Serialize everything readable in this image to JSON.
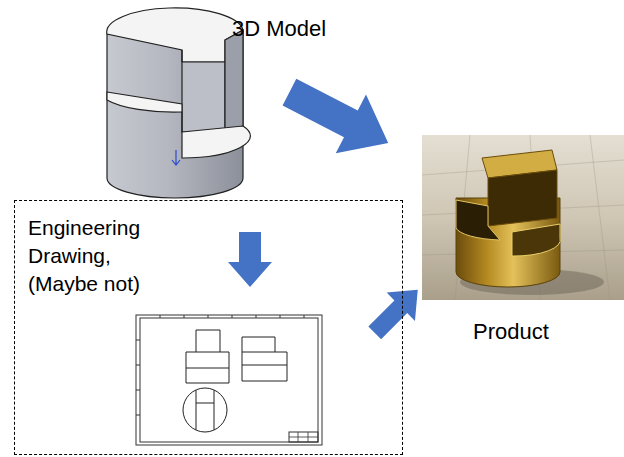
{
  "diagram": {
    "nodes": [
      {
        "text": [
          "3D Model"
        ]
      },
      {
        "text": [
          "Product"
        ]
      },
      {
        "text": [
          "Engineering Drawing, (Maybe not)"
        ]
      }
    ],
    "edges": [
      {
        "from": 0,
        "to": 1,
        "arrow": "to"
      },
      {
        "from": 2,
        "to": 1,
        "arrow": "to"
      }
    ]
  }
}
